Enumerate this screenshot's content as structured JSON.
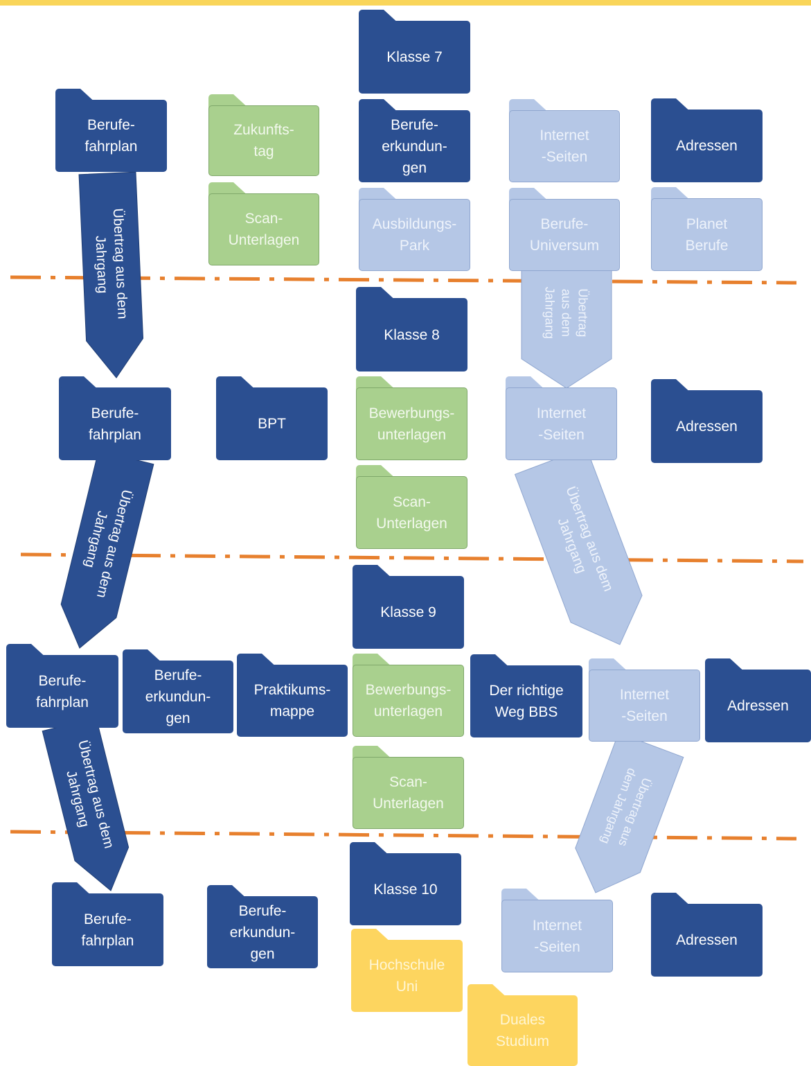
{
  "colors": {
    "dark": "#2b4f91",
    "light": "#b5c7e6",
    "green": "#a9d08e",
    "yellow": "#fdd55f",
    "divider": "#e7802e",
    "top_bar": "#f9d55a"
  },
  "folders": [
    {
      "id": "klasse7",
      "text": "Klasse 7",
      "color": "dark"
    },
    {
      "id": "k7-berufefahrplan",
      "text": "Berufe-\nfahrplan",
      "color": "dark"
    },
    {
      "id": "k7-zukunftstag",
      "text": "Zukunfts-\ntag",
      "color": "green"
    },
    {
      "id": "k7-berufeerkundungen",
      "text": "Berufe-\nerkundun-\ngen",
      "color": "dark"
    },
    {
      "id": "k7-internet-seiten",
      "text": "Internet\n-Seiten",
      "color": "light"
    },
    {
      "id": "k7-adressen",
      "text": "Adressen",
      "color": "dark"
    },
    {
      "id": "k7-scan-unterlagen",
      "text": "Scan-\nUnterlagen",
      "color": "green"
    },
    {
      "id": "k7-ausbildungspark",
      "text": "Ausbildungs-\nPark",
      "color": "light"
    },
    {
      "id": "k7-berufe-universum",
      "text": "Berufe-\nUniversum",
      "color": "light"
    },
    {
      "id": "k7-planet-berufe",
      "text": "Planet\nBerufe",
      "color": "light"
    },
    {
      "id": "klasse8",
      "text": "Klasse 8",
      "color": "dark"
    },
    {
      "id": "k8-berufefahrplan",
      "text": "Berufe-\nfahrplan",
      "color": "dark"
    },
    {
      "id": "k8-bpt",
      "text": "BPT",
      "color": "dark"
    },
    {
      "id": "k8-bewerbungsunterlagen",
      "text": "Bewerbungs-\nunterlagen",
      "color": "green"
    },
    {
      "id": "k8-internet-seiten",
      "text": "Internet\n-Seiten",
      "color": "light"
    },
    {
      "id": "k8-adressen",
      "text": "Adressen",
      "color": "dark"
    },
    {
      "id": "k8-scan-unterlagen",
      "text": "Scan-\nUnterlagen",
      "color": "green"
    },
    {
      "id": "klasse9",
      "text": "Klasse 9",
      "color": "dark"
    },
    {
      "id": "k9-berufefahrplan",
      "text": "Berufe-\nfahrplan",
      "color": "dark"
    },
    {
      "id": "k9-berufeerkundungen",
      "text": "Berufe-\nerkundun-\ngen",
      "color": "dark"
    },
    {
      "id": "k9-praktikumsmappe",
      "text": "Praktikums-\nmappe",
      "color": "dark"
    },
    {
      "id": "k9-bewerbungsunterlagen",
      "text": "Bewerbungs-\nunterlagen",
      "color": "green"
    },
    {
      "id": "k9-der-richtige-weg-bbs",
      "text": "Der richtige\nWeg BBS",
      "color": "dark"
    },
    {
      "id": "k9-internet-seiten",
      "text": "Internet\n-Seiten",
      "color": "light"
    },
    {
      "id": "k9-adressen",
      "text": "Adressen",
      "color": "dark"
    },
    {
      "id": "k9-scan-unterlagen",
      "text": "Scan-\nUnterlagen",
      "color": "green"
    },
    {
      "id": "klasse10",
      "text": "Klasse 10",
      "color": "dark"
    },
    {
      "id": "k10-berufefahrplan",
      "text": "Berufe-\nfahrplan",
      "color": "dark"
    },
    {
      "id": "k10-berufeerkundungen",
      "text": "Berufe-\nerkundun-\ngen",
      "color": "dark"
    },
    {
      "id": "k10-internet-seiten",
      "text": "Internet\n-Seiten",
      "color": "light"
    },
    {
      "id": "k10-adressen",
      "text": "Adressen",
      "color": "dark"
    },
    {
      "id": "k10-hochschule-uni",
      "text": "Hochschule\nUni",
      "color": "yellow"
    },
    {
      "id": "k10-duales-studium",
      "text": "Duales\nStudium",
      "color": "yellow"
    }
  ],
  "arrows": [
    {
      "id": "fahrplan-7-8",
      "text": "Übertrag aus dem\nJahrgang",
      "color": "dark"
    },
    {
      "id": "fahrplan-8-9",
      "text": "Übertrag aus dem\nJahrgang",
      "color": "dark"
    },
    {
      "id": "fahrplan-9-10",
      "text": "Übertrag aus dem\nJahrgang",
      "color": "dark"
    },
    {
      "id": "internet-7-8",
      "text": "Übertrag\naus dem\nJahrgang",
      "color": "light"
    },
    {
      "id": "internet-8-9",
      "text": "Übertrag aus dem\nJahrgang",
      "color": "light"
    },
    {
      "id": "internet-9-10",
      "text": "Übertrag aus\ndem Jahrgang",
      "color": "light"
    }
  ]
}
